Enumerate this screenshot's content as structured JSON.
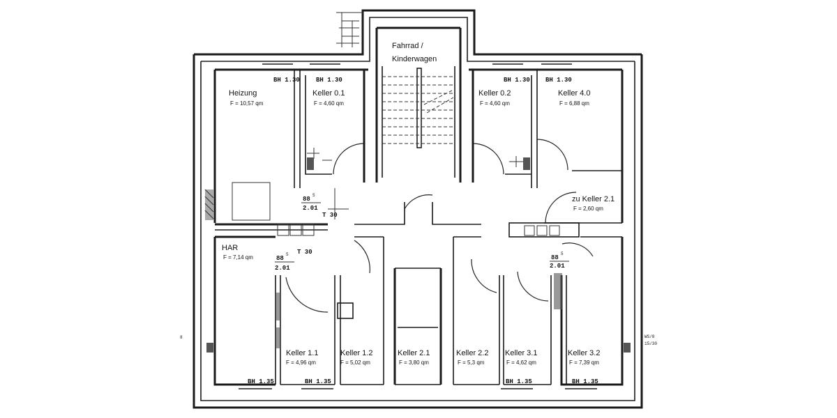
{
  "rooms": {
    "fahrrad": {
      "name_line1": "Fahrrad /",
      "name_line2": "Kinderwagen"
    },
    "heizung": {
      "name": "Heizung",
      "area": "F   = 10,57 qm"
    },
    "keller_0_1": {
      "name": "Keller  0.1",
      "area": "F   = 4,60  qm"
    },
    "keller_0_2": {
      "name": "Keller  0.2",
      "area": "F   = 4,60  qm"
    },
    "keller_4_0": {
      "name": "Keller  4.0",
      "area": "F   = 6,88  qm"
    },
    "zu_keller_2_1": {
      "name": "zu Keller  2.1",
      "area": "F   = 2,60  qm"
    },
    "har": {
      "name": "HAR",
      "area": "F   = 7,14  qm"
    },
    "keller_1_1": {
      "name": "Keller  1.1",
      "area": "F   = 4,96  qm"
    },
    "keller_1_2": {
      "name": "Keller  1.2",
      "area": "F   = 5,02  qm"
    },
    "keller_2_1": {
      "name": "Keller  2.1",
      "area": "F   = 3,80  qm"
    },
    "keller_2_2": {
      "name": "Keller  2.2",
      "area": "F   = 5,3  qm"
    },
    "keller_3_1": {
      "name": "Keller  3.1",
      "area": "F   = 4,62  qm"
    },
    "keller_3_2": {
      "name": "Keller  3.2",
      "area": "F   = 7,39  qm"
    }
  },
  "notes": {
    "bh130": "BH 1.30",
    "bh135": "BH 1.35",
    "t30": "T 30",
    "door_top": "88",
    "door_sup": "5",
    "door_bottom": "2.01",
    "ws_line1": "WS/8",
    "ws_line2": "15/30",
    "left_mark": "8"
  }
}
